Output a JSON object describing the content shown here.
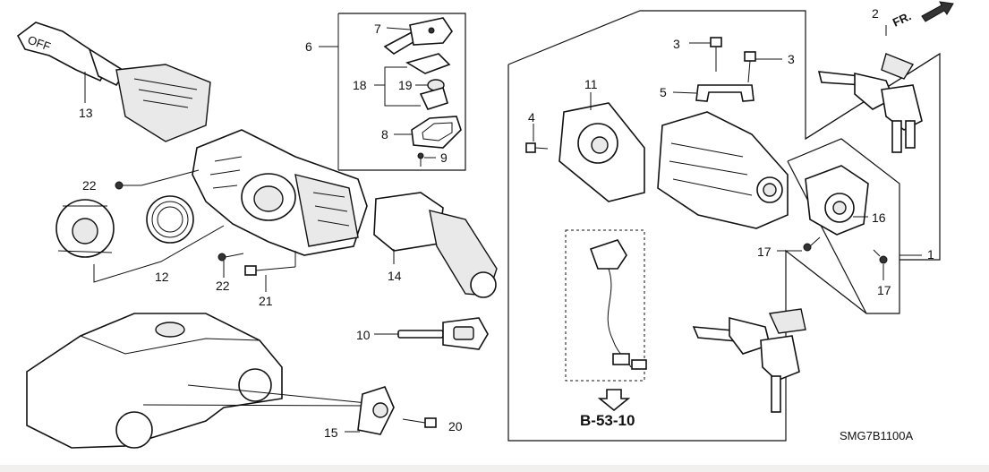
{
  "callouts": {
    "c1": "1",
    "c2": "2",
    "c3a": "3",
    "c3b": "3",
    "c4": "4",
    "c5": "5",
    "c6": "6",
    "c7": "7",
    "c8": "8",
    "c9": "9",
    "c10": "10",
    "c11": "11",
    "c12": "12",
    "c13": "13",
    "c14": "14",
    "c15": "15",
    "c16": "16",
    "c17a": "17",
    "c17b": "17",
    "c18": "18",
    "c19": "19",
    "c20": "20",
    "c21": "21",
    "c22a": "22",
    "c22b": "22"
  },
  "reference": "B-53-10",
  "direction": "FR.",
  "figure_code": "SMG7B1100A",
  "switch_text": "OFF"
}
